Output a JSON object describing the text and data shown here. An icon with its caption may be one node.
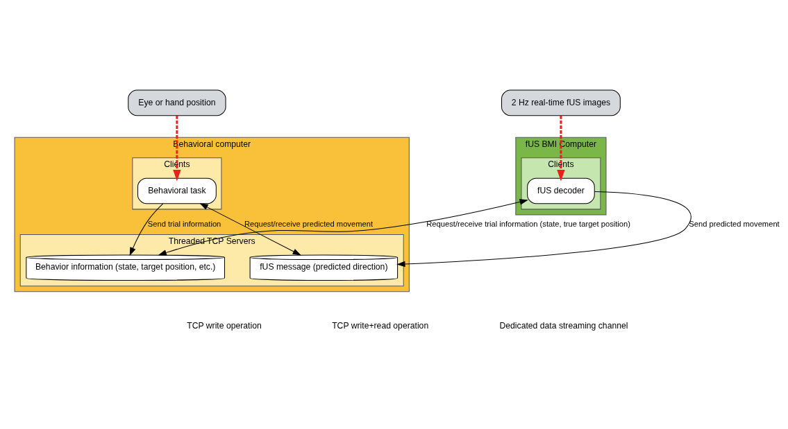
{
  "diagram": {
    "nodes": [
      {
        "text": [
          "Eye or hand position"
        ]
      },
      {
        "text": [
          "2 Hz real-time fUS images"
        ]
      },
      {
        "text": [
          "Behavioral computer"
        ]
      },
      {
        "text": [
          "Clients"
        ],
        "in": 2
      },
      {
        "text": [
          "Behavioral task"
        ],
        "in": 3
      },
      {
        "text": [
          "Threaded TCP Servers"
        ],
        "in": 2
      },
      {
        "text": [
          "Behavior information (state, target position, etc.)"
        ],
        "in": 5
      },
      {
        "text": [
          "fUS message (predicted direction)"
        ],
        "in": 5
      },
      {
        "text": [
          "fUS BMI Computer"
        ]
      },
      {
        "text": [
          "Clients"
        ],
        "in": 8
      },
      {
        "text": [
          "fUS decoder"
        ],
        "in": 9
      }
    ],
    "edges": [
      {
        "from": 0,
        "to": 4,
        "arrow": "to",
        "style": "dashed",
        "color": "#e8221b"
      },
      {
        "from": 1,
        "to": 10,
        "arrow": "to",
        "style": "dashed",
        "color": "#e8221b"
      },
      {
        "from": 4,
        "to": 6,
        "arrow": "to",
        "label": "Send trial information"
      },
      {
        "from": 7,
        "to": 4,
        "arrow": "both",
        "label": "Request/receive predicted movement"
      },
      {
        "from": 6,
        "to": 10,
        "arrow": "both",
        "label": "Request/receive trial information (state, true target position)"
      },
      {
        "from": 10,
        "to": 7,
        "arrow": "to",
        "label": "Send predicted movement"
      }
    ],
    "legend": [
      {
        "text": "TCP write operation"
      },
      {
        "text": "TCP write+read operation"
      },
      {
        "text": "Dedicated data streaming channel"
      }
    ]
  }
}
